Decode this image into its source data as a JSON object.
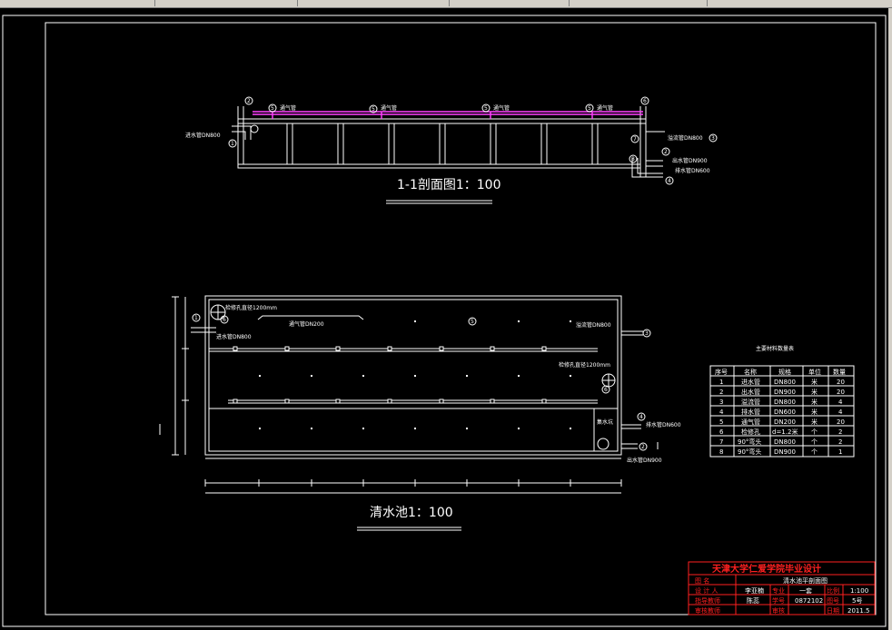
{
  "drawing": {
    "section_title": "1-1剖面图1：100",
    "plan_title": "清水池1：100",
    "table_title": "主要材料数量表",
    "section_labels": [
      {
        "text": "进水管DN800"
      },
      {
        "text": "溢流管DN800"
      },
      {
        "text": "出水管DN900"
      },
      {
        "text": "排水管DN600"
      }
    ],
    "vent_label": "通气管",
    "plan_labels": [
      {
        "text": "检修孔直径1200mm"
      },
      {
        "text": "进水管DN800"
      },
      {
        "text": "通气管DN200"
      },
      {
        "text": "溢流管DN800"
      },
      {
        "text": "检修孔直径1200mm"
      },
      {
        "text": "集水坑"
      },
      {
        "text": "排水管DN600"
      },
      {
        "text": "出水管DN900"
      }
    ],
    "section_markers": [
      "1",
      "2",
      "3",
      "4",
      "5",
      "6",
      "7",
      "8"
    ]
  },
  "materials": {
    "headers": [
      "序号",
      "名称",
      "规格",
      "单位",
      "数量"
    ],
    "rows": [
      [
        "1",
        "进水管",
        "DN800",
        "米",
        "20"
      ],
      [
        "2",
        "出水管",
        "DN900",
        "米",
        "20"
      ],
      [
        "3",
        "溢流管",
        "DN800",
        "米",
        "4"
      ],
      [
        "4",
        "排水管",
        "DN600",
        "米",
        "4"
      ],
      [
        "5",
        "通气管",
        "DN200",
        "米",
        "20"
      ],
      [
        "6",
        "检修孔",
        "d=1.2米",
        "个",
        "2"
      ],
      [
        "7",
        "90°弯头",
        "DN800",
        "个",
        "2"
      ],
      [
        "8",
        "90°弯头",
        "DN900",
        "个",
        "1"
      ]
    ]
  },
  "title_block": {
    "school": "天津大学仁爱学院毕业设计",
    "drawing_name": "清水池平剖面图",
    "row1": [
      "图    名",
      ""
    ],
    "row2": [
      "设 计 人",
      "李亚楠",
      "专业",
      "一套",
      "比例",
      "1:100"
    ],
    "row3": [
      "指导教师",
      "陈蕊",
      "学号",
      "0872102",
      "图号",
      "5号"
    ],
    "row4": [
      "审核教师",
      "",
      "审核",
      "",
      "日期",
      "2011.5"
    ]
  },
  "colors": {
    "background": "#000000",
    "lines": "#ffffff",
    "vent_pipe": "#ff40ff",
    "title_block": "#ff2020"
  }
}
